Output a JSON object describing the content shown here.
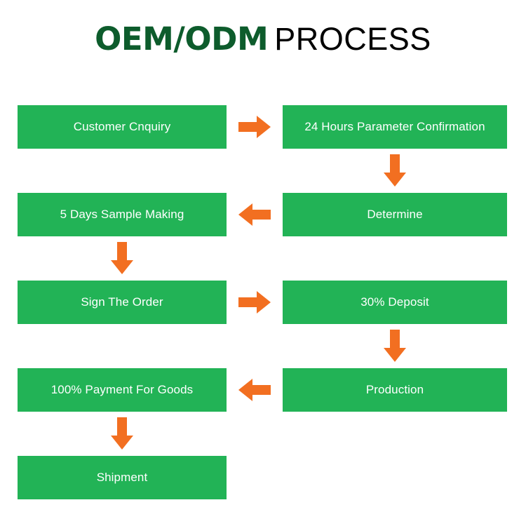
{
  "title": {
    "strong": "OEM/ODM",
    "light": "PROCESS",
    "strong_color": "#0d5c2c",
    "light_color": "#000000"
  },
  "colors": {
    "box_green": "#22b356",
    "arrow_orange": "#f26f21",
    "box_text": "#ffffff",
    "background": "#ffffff"
  },
  "chart_data": {
    "type": "diagram",
    "title": "OEM/ODM PROCESS",
    "layout": "two-column serpentine flowchart",
    "nodes": [
      {
        "id": "n1",
        "label": "Customer Cnquiry",
        "column": "left",
        "row": 1
      },
      {
        "id": "n2",
        "label": "24 Hours Parameter Confirmation",
        "column": "right",
        "row": 1
      },
      {
        "id": "n3",
        "label": "Determine",
        "column": "right",
        "row": 2
      },
      {
        "id": "n4",
        "label": "5 Days Sample Making",
        "column": "left",
        "row": 2
      },
      {
        "id": "n5",
        "label": "Sign The Order",
        "column": "left",
        "row": 3
      },
      {
        "id": "n6",
        "label": "30% Deposit",
        "column": "right",
        "row": 3
      },
      {
        "id": "n7",
        "label": "Production",
        "column": "right",
        "row": 4
      },
      {
        "id": "n8",
        "label": "100% Payment For Goods",
        "column": "left",
        "row": 4
      },
      {
        "id": "n9",
        "label": "Shipment",
        "column": "left",
        "row": 5
      }
    ],
    "edges": [
      {
        "from": "n1",
        "to": "n2",
        "direction": "right"
      },
      {
        "from": "n2",
        "to": "n3",
        "direction": "down"
      },
      {
        "from": "n3",
        "to": "n4",
        "direction": "left"
      },
      {
        "from": "n4",
        "to": "n5",
        "direction": "down"
      },
      {
        "from": "n5",
        "to": "n6",
        "direction": "right"
      },
      {
        "from": "n6",
        "to": "n7",
        "direction": "down"
      },
      {
        "from": "n7",
        "to": "n8",
        "direction": "left"
      },
      {
        "from": "n8",
        "to": "n9",
        "direction": "down"
      }
    ]
  },
  "nodes": {
    "n1": "Customer Cnquiry",
    "n2": "24 Hours Parameter Confirmation",
    "n3": "Determine",
    "n4": "5 Days Sample Making",
    "n5": "Sign The Order",
    "n6": "30% Deposit",
    "n7": "Production",
    "n8": "100% Payment For Goods",
    "n9": "Shipment"
  },
  "icons": {
    "arrow_right": "arrow-right-icon",
    "arrow_left": "arrow-left-icon",
    "arrow_down": "arrow-down-icon"
  }
}
